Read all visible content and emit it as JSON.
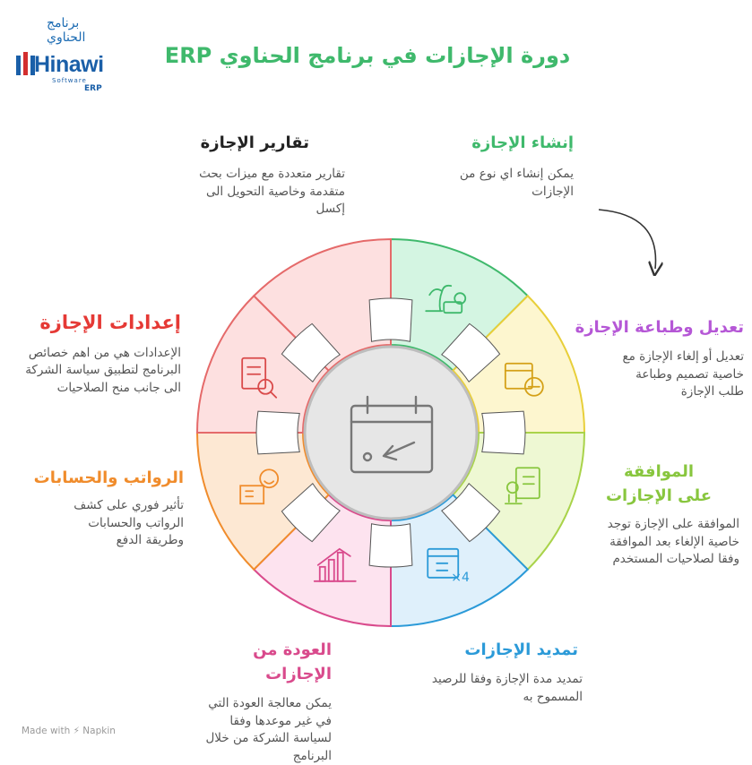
{
  "logo": {
    "arabic": "برنامج الحناوي",
    "brand": "Hinawi",
    "software": "Software",
    "erp": "ERP"
  },
  "title": "دورة الإجازات في برنامج الحناوي ERP",
  "sections": [
    {
      "key": "create",
      "title": "إنشاء الإجازة",
      "desc": "يمكن إنشاء اي نوع من الإجازات",
      "color": "#3fb96c",
      "fill": "#d4f5e2",
      "icon": "beach-palm-icon"
    },
    {
      "key": "edit",
      "title": "تعديل وطباعة الإجازة",
      "desc": "تعديل أو إلغاء الإجازة مع خاصية تصميم وطباعة طلب الإجازة",
      "color": "#b557d6",
      "fill": "#fdf6cf",
      "icon": "calendar-minus-icon"
    },
    {
      "key": "approve",
      "title": "الموافقة على الإجازات",
      "desc": "الموافقة على الإجازة توجد خاصية الإلغاء بعد الموافقة وفقا لصلاحيات المستخدم",
      "color": "#88c63e",
      "fill": "#eef8d3",
      "icon": "approval-stamp-icon"
    },
    {
      "key": "extend",
      "title": "تمديد الإجازات",
      "desc": "تمديد مدة الإجازة وفقا للرصيد المسموح به",
      "color": "#2b9ad8",
      "fill": "#dff0fb",
      "icon": "calendar-x4-icon"
    },
    {
      "key": "return",
      "title": "العودة من الإجازات",
      "desc": "يمكن معالجة العودة التي في غير موعدها وفقا لسياسة الشركة من خلال البرنامج",
      "color": "#d94a8c",
      "fill": "#fde3ef",
      "icon": "growth-chart-icon"
    },
    {
      "key": "salary",
      "title": "الرواتب والحسابات",
      "desc": "تأثير فوري على كشف الرواتب والحسابات وطريقة الدفع",
      "color": "#f08c2c",
      "fill": "#fde8d3",
      "icon": "smile-building-icon"
    },
    {
      "key": "settings",
      "title": "إعدادات الإجازة",
      "desc": "الإعدادات هي من اهم خصائص البرنامج لتطبيق سياسة الشركة الى جانب منح الصلاحيات",
      "color": "#e53935",
      "fill": "#fde0e0",
      "icon": "document-search-icon"
    },
    {
      "key": "reports",
      "title": "تقارير الإجازة",
      "desc": "تقارير متعددة مع ميزات بحث متقدمة وخاصية التحويل الى إكسل",
      "color": "#222222",
      "fill": "#fde0e0",
      "icon": "report-magnifier-icon"
    }
  ],
  "footer": {
    "made_with": "Made with",
    "brand": "Napkin"
  }
}
